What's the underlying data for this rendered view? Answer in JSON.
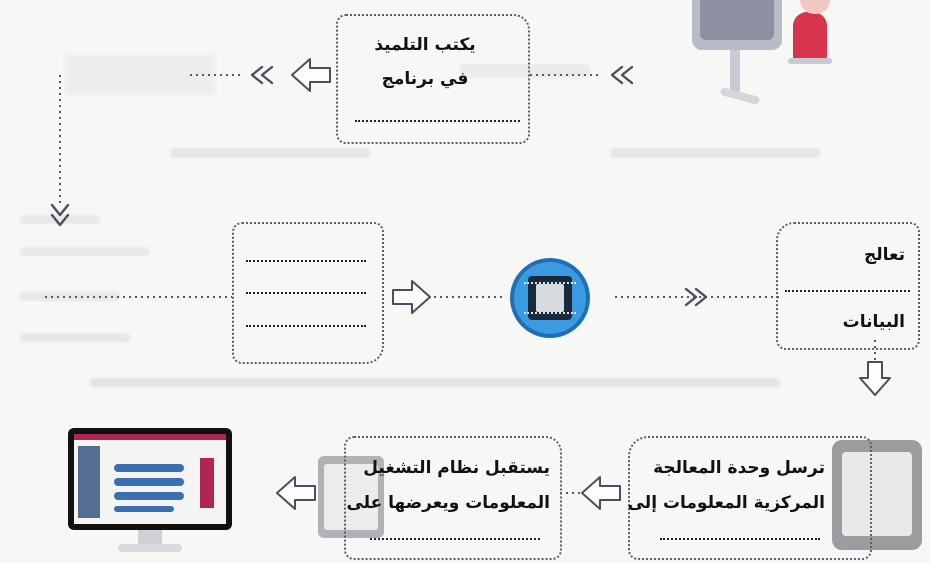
{
  "diagram": {
    "step_write": {
      "line1": "يكتب التلميذ",
      "line2": "في برنامج"
    },
    "step_process": {
      "line1": "تعالج",
      "line2": "البيانات"
    },
    "step_cpu_send": {
      "line1": "ترسل وحدة المعالجة",
      "line2": "المركزية المعلومات إلى"
    },
    "step_os": {
      "line1": "يستقبل نظام التشغيل",
      "line2": "المعلومات ويعرضها على"
    }
  },
  "icons": [
    "student-at-computer-icon",
    "cpu-chip-icon",
    "monitor-icon",
    "device-icon",
    "arrow-icon"
  ],
  "colors": {
    "line": "#5a5f6e",
    "arrow": "#4a4f60",
    "cpu": "#2f8fd6",
    "monitor_accent": "#b0264e"
  }
}
